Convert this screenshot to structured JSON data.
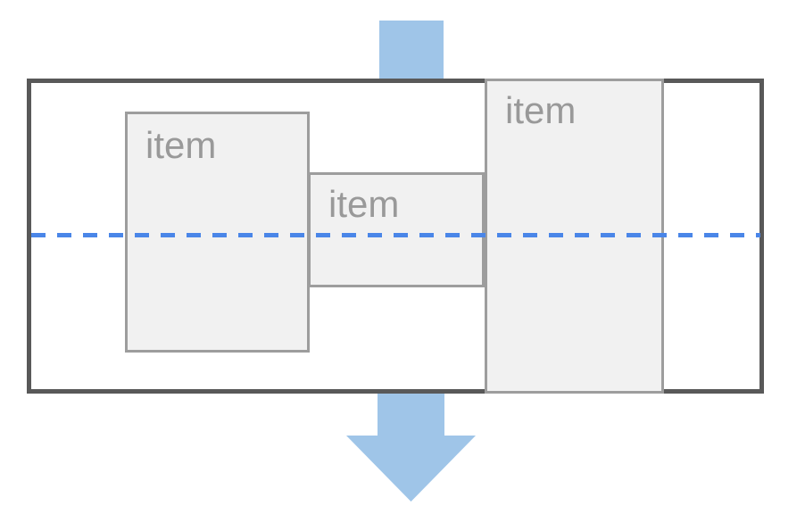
{
  "diagram": {
    "description": "flex container layout diagram with vertical flow arrow and dashed center axis",
    "items": [
      {
        "label": "item"
      },
      {
        "label": "item"
      },
      {
        "label": "item"
      }
    ],
    "icons": {
      "top": "arrow-shaft",
      "bottom": "down-arrow"
    },
    "colors": {
      "arrow_fill": "#9fc5e8",
      "axis_line": "#4a86e8",
      "container_border": "#595959",
      "item_border": "#9d9d9d",
      "item_fill": "#f1f1f1",
      "label_text": "#999999",
      "background": "#ffffff"
    }
  }
}
